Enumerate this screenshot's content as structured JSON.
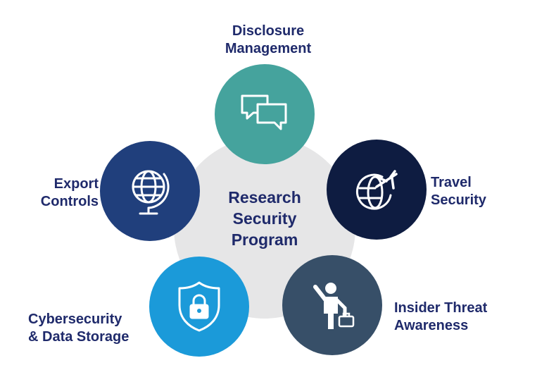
{
  "center": {
    "line1": "Research",
    "line2": "Security",
    "line3": "Program",
    "color": "#e6e6e7"
  },
  "nodes": [
    {
      "id": "disclosure",
      "line1": "Disclosure",
      "line2": "Management",
      "color": "#45a39d",
      "icon": "chat-bubbles-icon"
    },
    {
      "id": "travel",
      "line1": "Travel",
      "line2": "Security",
      "color": "#0e1c41",
      "icon": "globe-airplane-icon"
    },
    {
      "id": "insider",
      "line1": "Insider Threat",
      "line2": "Awareness",
      "color": "#374f68",
      "icon": "person-briefcase-icon"
    },
    {
      "id": "cyber",
      "line1": "Cybersecurity",
      "line2": "& Data Storage",
      "color": "#1b9ad9",
      "icon": "shield-lock-icon"
    },
    {
      "id": "export",
      "line1": "Export",
      "line2": "Controls",
      "color": "#203f7c",
      "icon": "desk-globe-icon"
    }
  ],
  "text_color": "#1f2a6b"
}
